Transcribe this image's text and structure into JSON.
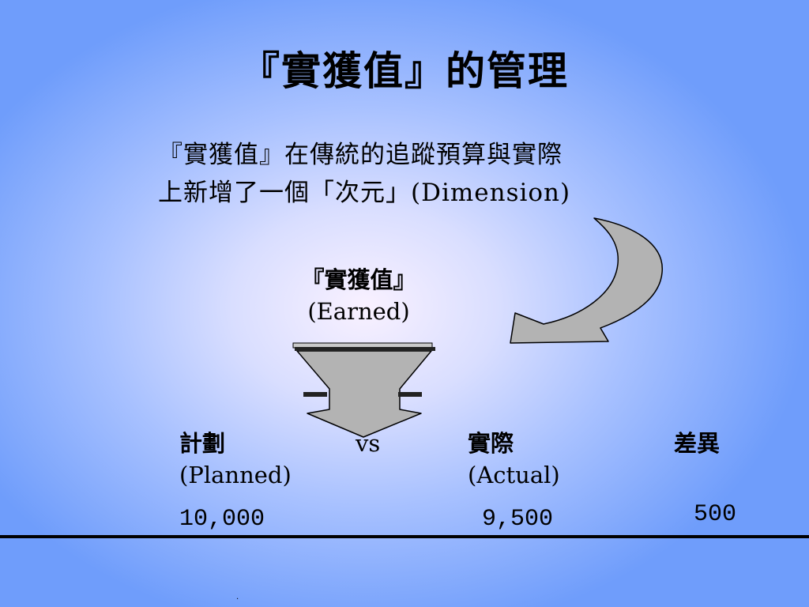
{
  "title": "『實獲值』的管理",
  "subtitle": {
    "line1": "『實獲值』在傳統的追蹤預算與實際",
    "line2": "上新增了一個「次元」(Dimension)"
  },
  "earned": {
    "label_zh": "『實獲值』",
    "label_en": "(Earned)"
  },
  "comparison": {
    "planned": {
      "label_zh": "計劃",
      "label_en": "(Planned)",
      "value": "10,000"
    },
    "vs": "vs",
    "actual": {
      "label_zh": "實際",
      "label_en": "(Actual)",
      "value": "9,500"
    },
    "variance": {
      "label_zh": "差異",
      "value": "500"
    }
  },
  "footer_mark": ".",
  "colors": {
    "background_edge": "#6f9dfb",
    "background_center": "#f9f1ff",
    "arrow_fill": "#b3b3b3",
    "arrow_stroke": "#000000"
  }
}
